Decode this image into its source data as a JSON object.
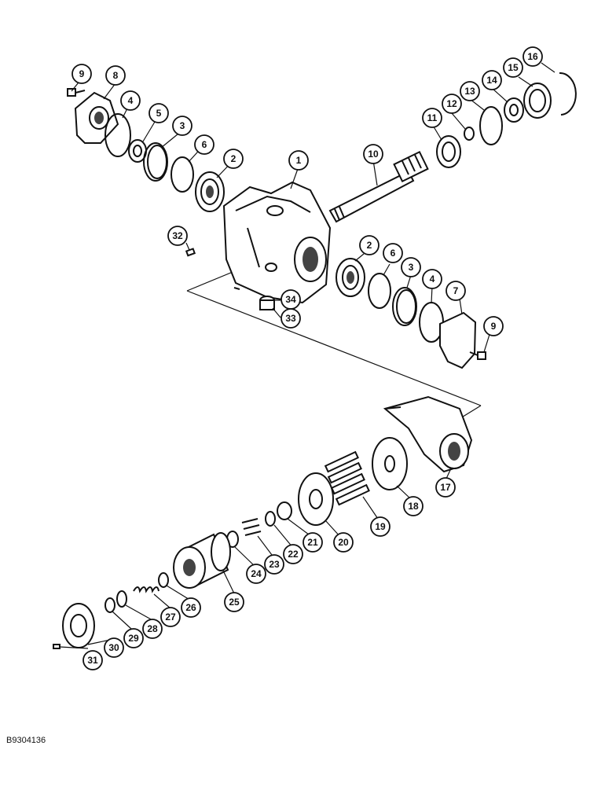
{
  "figure_id": "B9304136",
  "callouts": [
    {
      "id": "9a",
      "label": "9"
    },
    {
      "id": "8",
      "label": "8"
    },
    {
      "id": "4a",
      "label": "4"
    },
    {
      "id": "5",
      "label": "5"
    },
    {
      "id": "3a",
      "label": "3"
    },
    {
      "id": "6a",
      "label": "6"
    },
    {
      "id": "2a",
      "label": "2"
    },
    {
      "id": "1",
      "label": "1"
    },
    {
      "id": "10",
      "label": "10"
    },
    {
      "id": "11",
      "label": "11"
    },
    {
      "id": "12",
      "label": "12"
    },
    {
      "id": "13",
      "label": "13"
    },
    {
      "id": "14",
      "label": "14"
    },
    {
      "id": "15",
      "label": "15"
    },
    {
      "id": "16",
      "label": "16"
    },
    {
      "id": "32",
      "label": "32"
    },
    {
      "id": "2b",
      "label": "2"
    },
    {
      "id": "6b",
      "label": "6"
    },
    {
      "id": "3b",
      "label": "3"
    },
    {
      "id": "4b",
      "label": "4"
    },
    {
      "id": "7",
      "label": "7"
    },
    {
      "id": "9b",
      "label": "9"
    },
    {
      "id": "34",
      "label": "34"
    },
    {
      "id": "33",
      "label": "33"
    },
    {
      "id": "17",
      "label": "17"
    },
    {
      "id": "18",
      "label": "18"
    },
    {
      "id": "19",
      "label": "19"
    },
    {
      "id": "20",
      "label": "20"
    },
    {
      "id": "21",
      "label": "21"
    },
    {
      "id": "22",
      "label": "22"
    },
    {
      "id": "23",
      "label": "23"
    },
    {
      "id": "24",
      "label": "24"
    },
    {
      "id": "25",
      "label": "25"
    },
    {
      "id": "26",
      "label": "26"
    },
    {
      "id": "27",
      "label": "27"
    },
    {
      "id": "28",
      "label": "28"
    },
    {
      "id": "29",
      "label": "29"
    },
    {
      "id": "30",
      "label": "30"
    },
    {
      "id": "31",
      "label": "31"
    }
  ]
}
